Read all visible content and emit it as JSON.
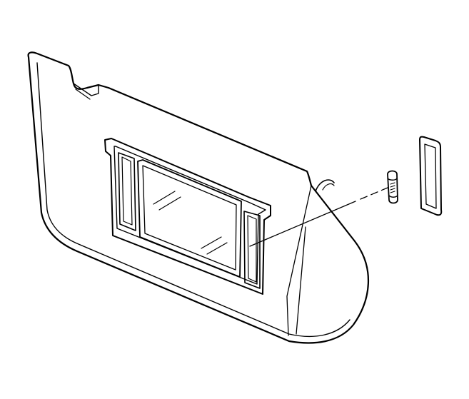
{
  "diagram": {
    "background": "#ffffff",
    "line_color": "#000000",
    "parts": [
      {
        "name": "sun-visor",
        "icon": "sun-visor-icon"
      },
      {
        "name": "vanity-mirror",
        "icon": "mirror-icon"
      },
      {
        "name": "lamp-bulb",
        "icon": "bulb-icon"
      },
      {
        "name": "lamp-lens",
        "icon": "lens-icon"
      }
    ]
  }
}
